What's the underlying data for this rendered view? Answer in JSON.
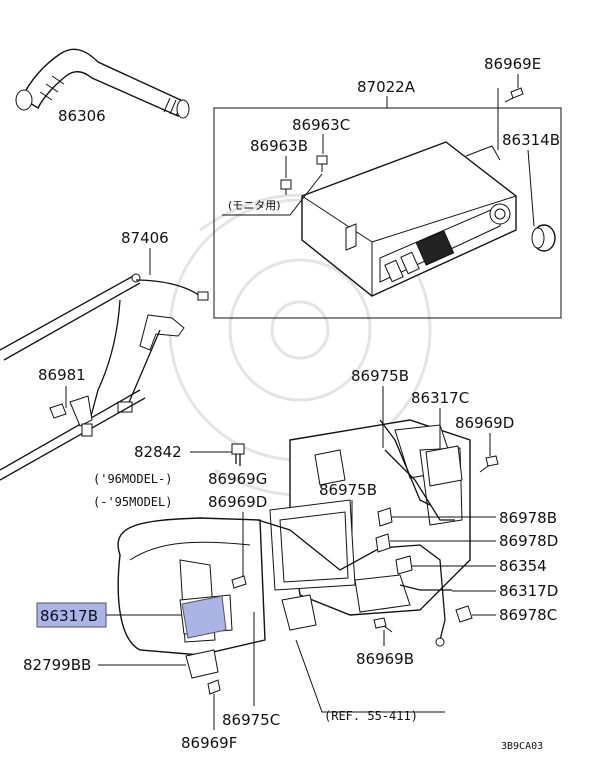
{
  "callouts": {
    "c86306": "86306",
    "c87022A": "87022A",
    "c86969E": "86969E",
    "c86963C": "86963C",
    "c86963B": "86963B",
    "c86314B": "86314B",
    "c87406": "87406",
    "c86981": "86981",
    "c82842": "82842",
    "c86975B_1": "86975B",
    "c86317C": "86317C",
    "c86969D": "86969D",
    "c86969G": "86969G",
    "c86969D_2": "86969D",
    "c86975B_2": "86975B",
    "c86978B": "86978B",
    "c86978D": "86978D",
    "c86354": "86354",
    "c86317D": "86317D",
    "c86978C": "86978C",
    "c86317B": "86317B",
    "c86969B": "86969B",
    "c82799BB": "82799BB",
    "c86975C": "86975C",
    "c86969F": "86969F"
  },
  "notes": {
    "monitor_use": "(モニタ用)",
    "model_96": "('96MODEL-)",
    "model_95": "(-'95MODEL)",
    "reference": "(REF. 55-411)",
    "diagram_code": "3B9CA03"
  },
  "highlight_color": "#aab4e6"
}
